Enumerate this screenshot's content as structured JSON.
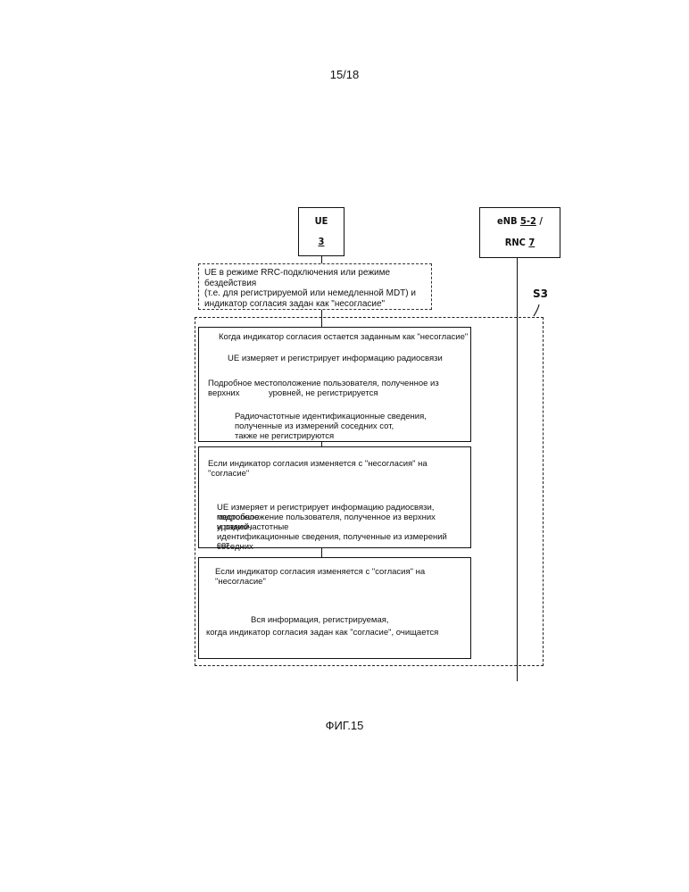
{
  "page_number": "15/18",
  "figure_caption": "ФИГ.15",
  "entities": {
    "ue": {
      "name": "UE",
      "ref": "3"
    },
    "enb": {
      "name": "eNB",
      "ref": "5-2",
      "sep": "/",
      "name2": "RNC",
      "ref2": "7"
    }
  },
  "region_label": "S3",
  "state_note": {
    "line1": "UE в режиме RRC-подключения или режиме бездействия",
    "line2": "(т.е. для регистрируемой или немедленной MDT) и",
    "line3": "индикатор согласия задан как \"несогласие\""
  },
  "steps": [
    {
      "heading": "Когда индикатор согласия остается заданным как \"несогласие\"",
      "line1": "UE измеряет и регистрирует информацию радиосвязи",
      "line2a": "Подробное местоположение пользователя, полученное из верхних",
      "line2b": "уровней, не регистрируется",
      "line3a": "Радиочастотные идентификационные сведения,",
      "line3b": "полученные из измерений соседних сот,",
      "line3c": "также не регистрируются"
    },
    {
      "heading": "Если индикатор согласия изменяется с \"несогласия\" на \"согласие\"",
      "line1": "UE измеряет и регистрирует информацию радиосвязи, подробное",
      "line2": "местоположение пользователя, полученное из верхних уровней,",
      "line3": "и радиочастотные",
      "line4": "идентификационные сведения, полученные из измерений соседних",
      "line5": "сот"
    },
    {
      "heading": "Если индикатор согласия изменяется с \"согласия\" на \"несогласие\"",
      "line1": "Вся информация, регистрируемая,",
      "line2": "когда индикатор согласия задан как \"согласие\", очищается"
    }
  ]
}
